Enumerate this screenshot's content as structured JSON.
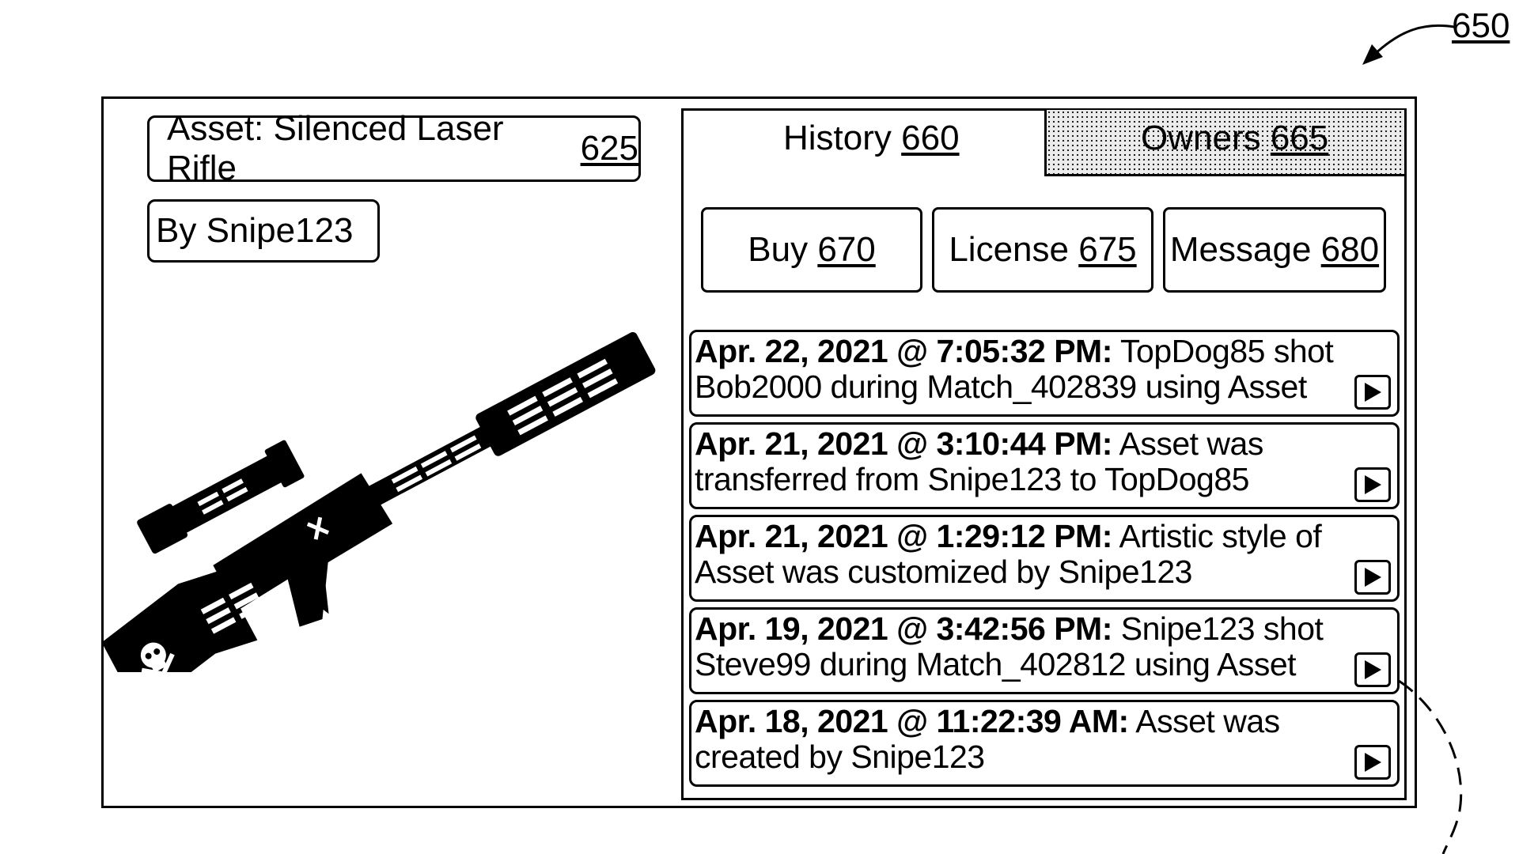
{
  "figure": {
    "ref": "650"
  },
  "asset": {
    "label": "Asset: Silenced Laser Rifle",
    "ref": "625",
    "author": "By Snipe123"
  },
  "tabs": [
    {
      "label": "History",
      "ref": "660"
    },
    {
      "label": "Owners",
      "ref": "665"
    }
  ],
  "buttons": [
    {
      "label": "Buy",
      "ref": "670"
    },
    {
      "label": "License",
      "ref": "675"
    },
    {
      "label": "Message",
      "ref": "680"
    }
  ],
  "history": [
    {
      "time": "Apr. 22, 2021 @ 7:05:32 PM:",
      "text": "TopDog85 shot Bob2000 during Match_402839 using Asset"
    },
    {
      "time": "Apr. 21, 2021 @ 3:10:44 PM:",
      "text": "Asset was transferred from Snipe123 to TopDog85"
    },
    {
      "time": "Apr. 21, 2021 @ 1:29:12 PM:",
      "text": "Artistic style of Asset was customized by Snipe123"
    },
    {
      "time": "Apr. 19, 2021 @ 3:42:56 PM:",
      "text": "Snipe123 shot Steve99 during Match_402812 using Asset"
    },
    {
      "time": "Apr. 18, 2021 @ 11:22:39 AM:",
      "text": "Asset was created by Snipe123"
    }
  ],
  "colors": {
    "line": "#000000",
    "background": "#ffffff",
    "stipple": "#ececec"
  },
  "icons": {
    "play": "play-icon",
    "rifle": "rifle-illustration",
    "skull": "skull-crossbones-icon"
  }
}
